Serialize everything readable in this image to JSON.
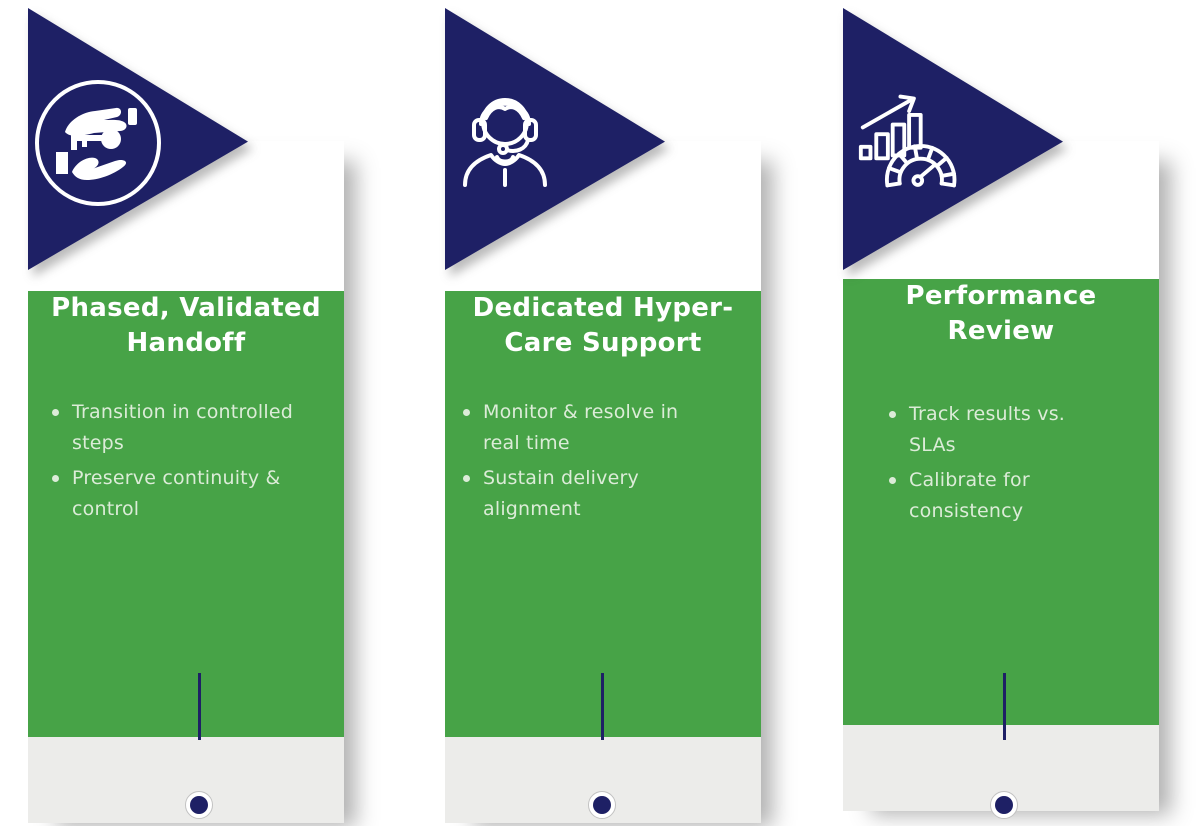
{
  "colors": {
    "navy": "#1e2065",
    "green": "#47a347",
    "footer": "#ececea",
    "heading": "#ffffff",
    "bullet": "#dcecd8",
    "ring": "#c2c2c2",
    "background": "#ffffff"
  },
  "cards": [
    {
      "icon": "handoff-icon",
      "title": "Phased, Validated\nHandoff",
      "bullets": [
        "Transition in controlled\nsteps",
        "Preserve continuity &\ncontrol"
      ]
    },
    {
      "icon": "support-agent-icon",
      "title": "Dedicated Hyper-\nCare Support",
      "bullets": [
        "Monitor & resolve in\nreal time",
        "Sustain delivery\nalignment"
      ]
    },
    {
      "icon": "performance-gauge-icon",
      "title": "Performance\nReview",
      "bullets": [
        "Track results vs.\nSLAs",
        "Calibrate for\nconsistency"
      ]
    }
  ]
}
